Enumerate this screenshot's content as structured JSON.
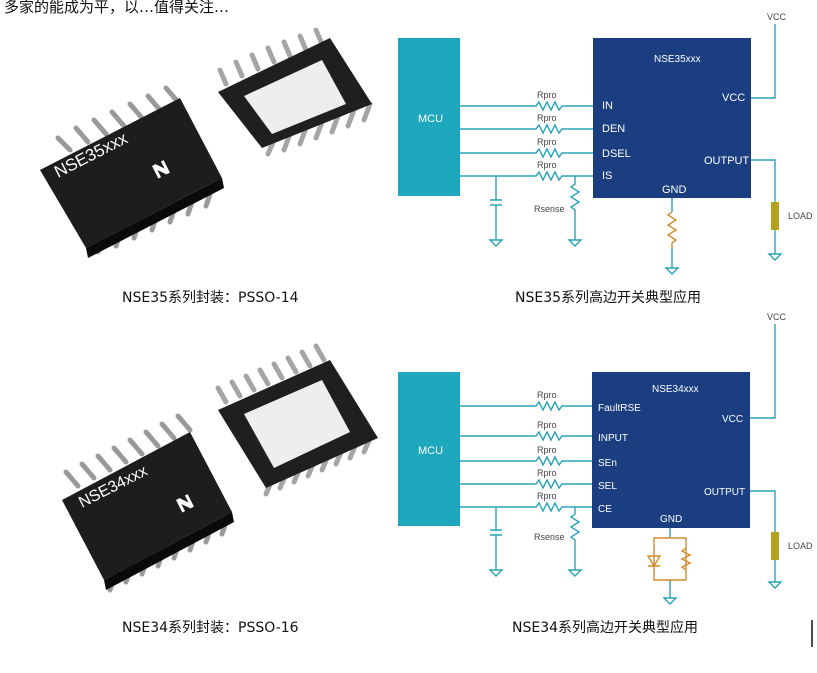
{
  "top_partial_text": "多家的能成为平，以…值得关注…",
  "section1": {
    "package_caption": "NSE35系列封装：PSSO-14",
    "chip_marking": "NSE35xxx",
    "circuit_caption": "NSE35系列高边开关典型应用",
    "mcu": "MCU",
    "ic_name": "NSE35xxx",
    "pins_left": [
      "IN",
      "DEN",
      "DSEL",
      "IS"
    ],
    "rpro": "Rpro",
    "vcc_pin": "VCC",
    "output_pin": "OUTPUT",
    "gnd_pin": "GND",
    "vcc_rail": "VCC",
    "load": "LOAD",
    "rsense": "Rsense"
  },
  "section2": {
    "package_caption": "NSE34系列封装：PSSO-16",
    "chip_marking": "NSE34xxx",
    "circuit_caption": "NSE34系列高边开关典型应用",
    "mcu": "MCU",
    "ic_name": "NSE34xxx",
    "pins_left": [
      "FaultRSE",
      "INPUT",
      "SEn",
      "SEL",
      "CE"
    ],
    "rpro": "Rpro",
    "vcc_pin": "VCC",
    "output_pin": "OUTPUT",
    "gnd_pin": "GND",
    "vcc_rail": "VCC",
    "load": "LOAD",
    "rsense": "Rsense"
  },
  "colors": {
    "ic_block": "#1a3e80",
    "mcu_block": "#1ea8be",
    "wire": "#2aa3b8",
    "load": "#b4a21e",
    "gnd_network": "#d58a2a"
  }
}
